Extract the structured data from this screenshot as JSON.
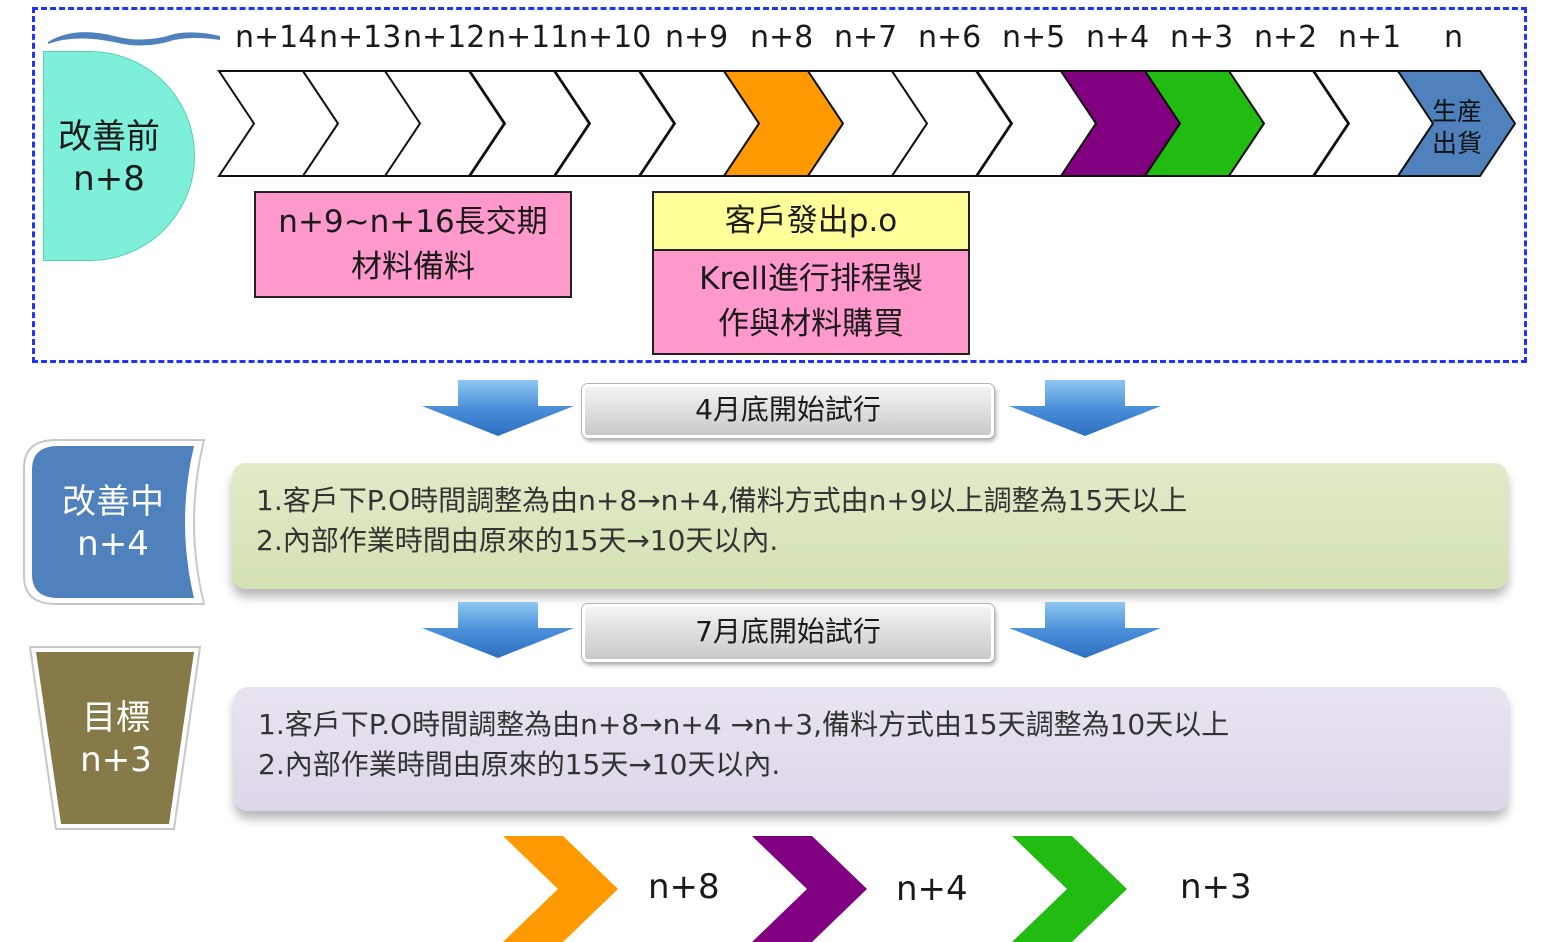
{
  "timeline": {
    "days": [
      "n+14",
      "n+13",
      "n+12",
      "n+11",
      "n+10",
      "n+9",
      "n+8",
      "n+7",
      "n+6",
      "n+5",
      "n+4",
      "n+3",
      "n+2",
      "n+1",
      "n"
    ],
    "last_step_lines": [
      "生産",
      "出貨"
    ],
    "colors": {
      "orange": "#ff9900",
      "purple": "#800080",
      "green": "#22bb11",
      "blue": "#4f81bd",
      "white": "#ffffff"
    }
  },
  "before": {
    "lines": [
      "改善前",
      "n+8"
    ],
    "long_lead_lines": [
      "n+9~n+16長交期",
      "材料備料"
    ],
    "po_label": "客戶發出p.o",
    "krell_lines": [
      "Krell進行排程製",
      "作與材料購買"
    ]
  },
  "trial1": {
    "label": "4月底開始試行"
  },
  "during": {
    "lines": [
      "改善中",
      "n+4"
    ],
    "notes": [
      "1.客戶下P.O時間調整為由n+8→n+4,備料方式由n+9以上調整為15天以上",
      "2.內部作業時間由原來的15天→10天以內."
    ]
  },
  "trial2": {
    "label": "7月底開始試行"
  },
  "goal": {
    "lines": [
      "目標",
      "n+3"
    ],
    "notes": [
      "1.客戶下P.O時間調整為由n+8→n+4 →n+3,備料方式由15天調整為10天以上",
      "2.內部作業時間由原來的15天→10天以內."
    ]
  },
  "legend": [
    {
      "color": "#ff9900",
      "label": "n+8"
    },
    {
      "color": "#800080",
      "label": "n+4"
    },
    {
      "color": "#22bb11",
      "label": "n+3"
    }
  ]
}
